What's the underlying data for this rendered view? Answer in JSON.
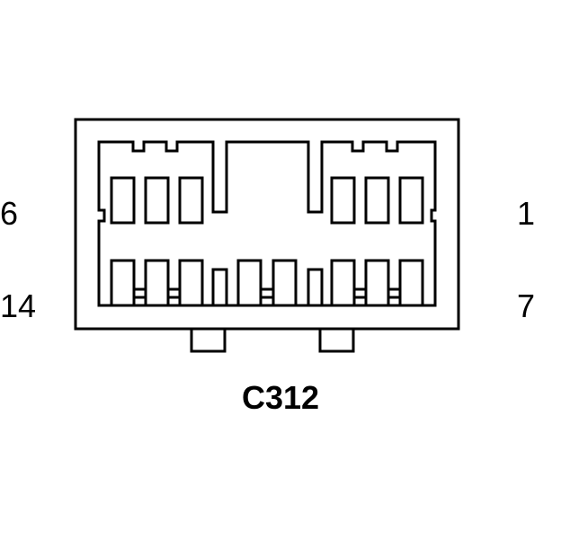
{
  "connector": {
    "id_label": "C312",
    "pin_labels": {
      "top_left": "6",
      "top_right": "1",
      "bottom_left": "14",
      "bottom_right": "7"
    },
    "top_row_cavity_count": 6,
    "bottom_row_cavity_count": 8
  }
}
